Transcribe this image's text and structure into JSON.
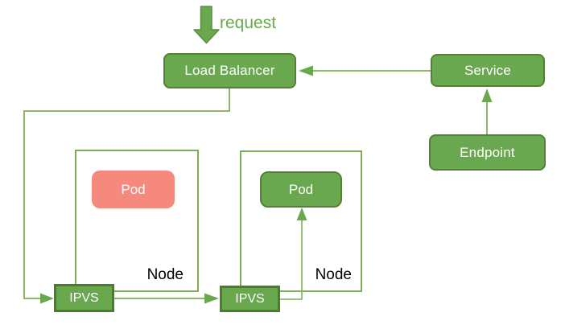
{
  "diagram": {
    "request_label": "request",
    "load_balancer_label": "Load Balancer",
    "service_label": "Service",
    "endpoint_label": "Endpoint",
    "nodes": [
      {
        "label": "Node",
        "pod_label": "Pod",
        "ipvs_label": "IPVS",
        "pod_color": "#f6897e"
      },
      {
        "label": "Node",
        "pod_label": "Pod",
        "ipvs_label": "IPVS",
        "pod_color": "#6aa84f"
      }
    ],
    "colors": {
      "box_green": "#6aa84f",
      "box_border_green": "#538135",
      "ipvs_border_green": "#4c7d2e",
      "connector_green": "#7fae58",
      "pod_salmon": "#f6897e",
      "request_green": "#6aa84f",
      "node_text": "#000000",
      "box_text": "#ffffff",
      "background": "#ffffff"
    }
  }
}
